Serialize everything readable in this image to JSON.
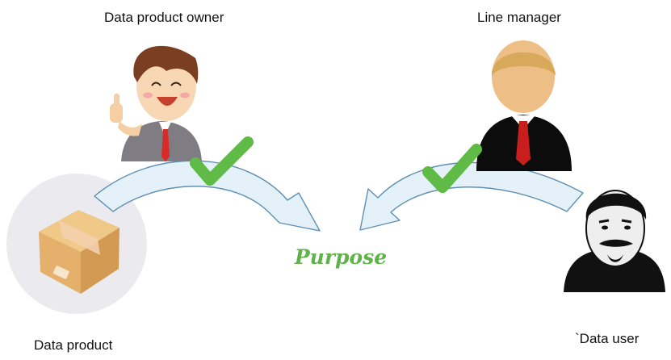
{
  "labels": {
    "data_product_owner": "Data product owner",
    "line_manager": "Line manager",
    "data_product": "Data product",
    "data_user": "`Data user"
  },
  "center_label": "Purpose",
  "colors": {
    "arrow_fill": "#e5f1f8",
    "arrow_stroke": "#5e8fb4",
    "check": "#5fbb46",
    "purpose_text": "#5fb349",
    "box": "#e5b873",
    "product_circle": "#ebebef"
  },
  "icons": [
    "owner-cartoon-icon",
    "manager-avatar-icon",
    "data-user-avatar-icon",
    "data-product-box-icon",
    "check-icon"
  ]
}
